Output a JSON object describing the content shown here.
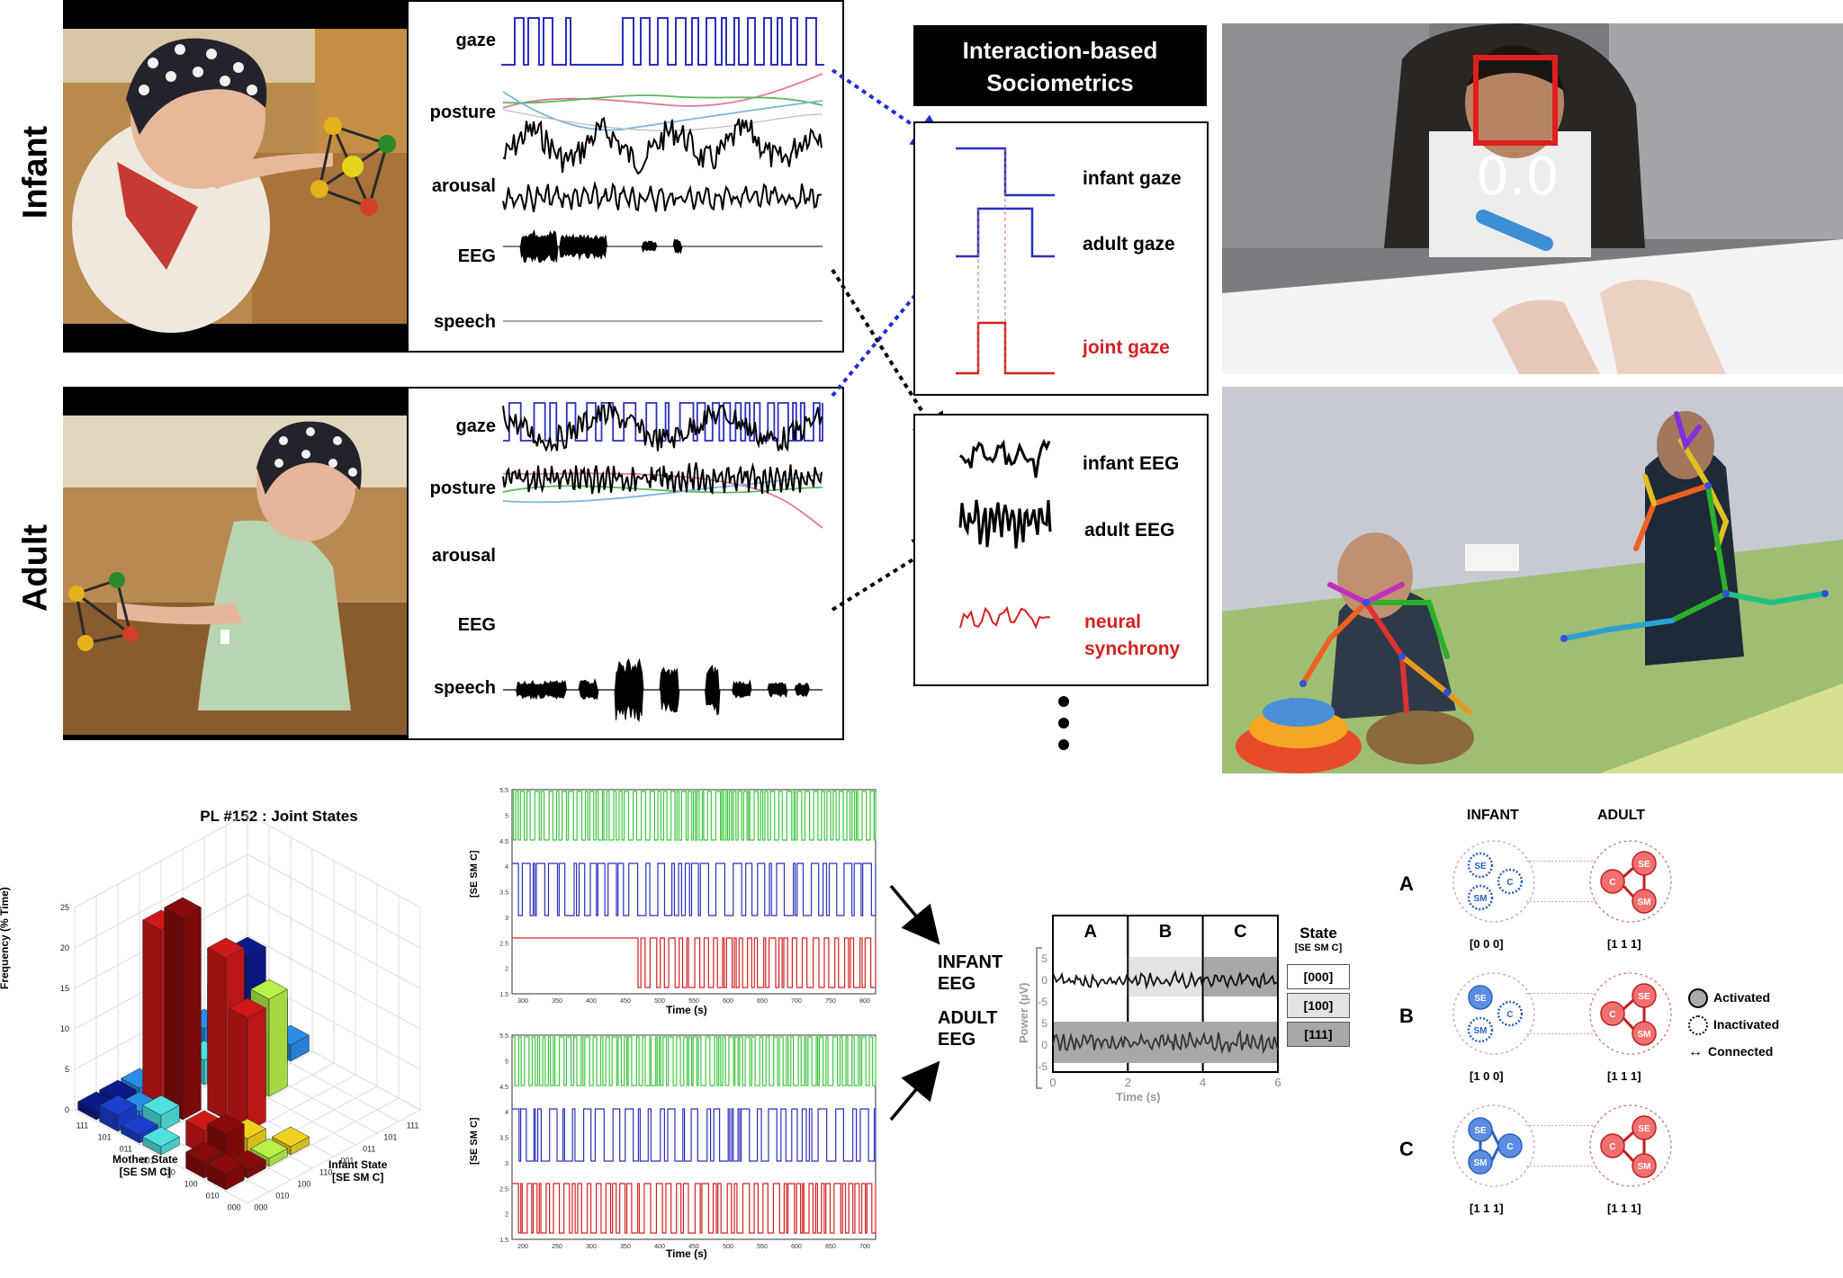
{
  "labels": {
    "infant": "Infant",
    "adult": "Adult"
  },
  "infant_signals": [
    "gaze",
    "posture",
    "arousal",
    "EEG",
    "speech"
  ],
  "adult_signals": [
    "gaze",
    "posture",
    "arousal",
    "EEG",
    "speech"
  ],
  "socio": {
    "title_line1": "Interaction-based",
    "title_line2": "Sociometrics",
    "gaze_box": {
      "infant": "infant gaze",
      "adult": "adult gaze",
      "joint": "joint gaze"
    },
    "eeg_box": {
      "infant": "infant EEG",
      "adult": "adult EEG",
      "sync_line1": "neural",
      "sync_line2": "synchrony"
    }
  },
  "face_score": "0.0",
  "colors": {
    "gaze": "#2b2fbf",
    "joint": "#d42020",
    "green": "#3ec83e",
    "dotted_blue": "#1f2fd0"
  },
  "joint_states": {
    "title": "PL #152 : Joint States",
    "zlabel": "Frequency (% Time)",
    "z_ticks": [
      "0",
      "5",
      "10",
      "15",
      "20",
      "25"
    ],
    "mother_label_1": "Mother State",
    "mother_label_2": "[SE SM C]",
    "infant_label_1": "Infant State",
    "infant_label_2": "[SE SM C]",
    "mother_ticks": [
      "111",
      "101",
      "011",
      "001",
      "110",
      "100",
      "010",
      "000"
    ],
    "infant_ticks": [
      "111",
      "101",
      "011",
      "001",
      "110",
      "100",
      "010",
      "000"
    ]
  },
  "state_series_top": {
    "ylabel": "[SE SM C]",
    "xlabel": "Time (s)",
    "x_ticks": [
      "300",
      "350",
      "400",
      "450",
      "500",
      "550",
      "600",
      "650",
      "700",
      "750",
      "800"
    ],
    "y_ticks": [
      "5.5",
      "5",
      "4.5",
      "4",
      "3.5",
      "3",
      "2.5",
      "2",
      "1.5"
    ]
  },
  "state_series_bottom": {
    "ylabel": "[SE SM C]",
    "xlabel": "Time (s)",
    "x_ticks": [
      "200",
      "250",
      "300",
      "350",
      "400",
      "450",
      "500",
      "550",
      "600",
      "650",
      "700"
    ],
    "y_ticks": [
      "5.5",
      "5",
      "4.5",
      "4",
      "3.5",
      "3",
      "2.5",
      "2",
      "1.5"
    ]
  },
  "eeg_power": {
    "infant_line1": "INFANT",
    "infant_line2": "EEG",
    "adult_line1": "ADULT",
    "adult_line2": "EEG",
    "ylabel": "Power (µV)",
    "y_ticks_top": [
      "5",
      "0",
      "-5"
    ],
    "y_ticks_bottom": [
      "5",
      "0",
      "-5"
    ],
    "x_ticks": [
      "0",
      "2",
      "4",
      "6"
    ],
    "xlabel": "Time (s)",
    "segments": [
      "A",
      "B",
      "C"
    ],
    "state_title": "State",
    "state_sub": "[SE SM C]",
    "states": [
      "[000]",
      "[100]",
      "[111]"
    ]
  },
  "network": {
    "infant_title": "INFANT",
    "adult_title": "ADULT",
    "rows": [
      {
        "letter": "A",
        "infant_code": "[0 0 0]",
        "adult_code": "[1 1 1]"
      },
      {
        "letter": "B",
        "infant_code": "[1 0 0]",
        "adult_code": "[1 1 1]"
      },
      {
        "letter": "C",
        "infant_code": "[1 1 1]",
        "adult_code": "[1 1 1]"
      }
    ],
    "node_se": "SE",
    "node_sm": "SM",
    "node_c": "C",
    "legend": {
      "activated": "Activated",
      "inactivated": "Inactivated",
      "connected": "Connected"
    }
  },
  "chart_data": [
    {
      "type": "bar",
      "title": "PL #152 : Joint States",
      "zlabel": "Frequency (% Time)",
      "xlabel": "Mother State [SE SM C]",
      "ylabel": "Infant State [SE SM C]",
      "zlim": [
        0,
        25
      ],
      "categories_mother": [
        "111",
        "101",
        "011",
        "001",
        "110",
        "100",
        "010",
        "000"
      ],
      "categories_infant": [
        "111",
        "101",
        "011",
        "001",
        "110",
        "100",
        "010",
        "000"
      ]
    },
    {
      "type": "line",
      "title": "",
      "xlabel": "Time (s)",
      "ylabel": "Power (µV)",
      "xlim": [
        0,
        6
      ],
      "ylim": [
        -5,
        5
      ],
      "segments": [
        {
          "label": "A",
          "x": [
            0,
            2
          ],
          "state": "[000]"
        },
        {
          "label": "B",
          "x": [
            2,
            4
          ],
          "state": "[100]"
        },
        {
          "label": "C",
          "x": [
            4,
            6
          ],
          "state": "[111]"
        }
      ]
    }
  ]
}
